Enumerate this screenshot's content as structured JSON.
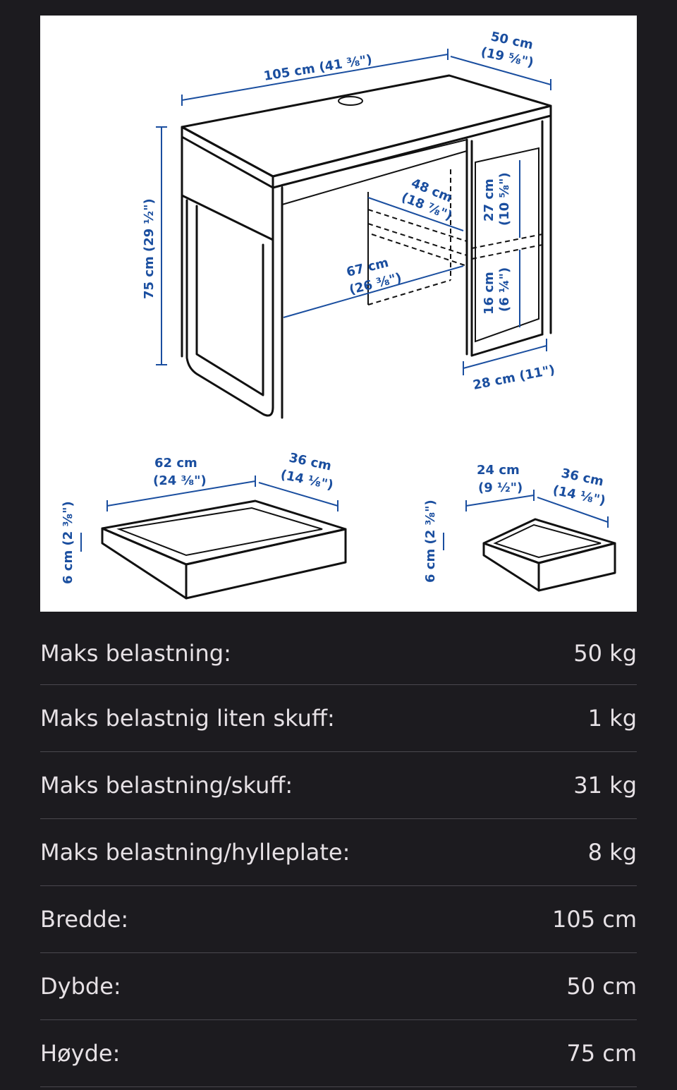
{
  "diagram": {
    "dimensions": {
      "width": "105 cm (41 ⅜\")",
      "depth_top_line1": "50 cm",
      "depth_top_line2": "(19 ⅝\")",
      "height": "75 cm (29 ½\")",
      "shelf_depth_line1": "48 cm",
      "shelf_depth_line2": "(18 ⅞\")",
      "inner_width_line1": "67 cm",
      "inner_width_line2": "(26 ⅜\")",
      "upper_space_line1": "27 cm",
      "upper_space_line2": "(10 ⅝\")",
      "lower_space_line1": "16 cm",
      "lower_space_line2": "(6 ¼\")",
      "cabinet_width": "28 cm (11\")",
      "big_drawer_width_line1": "62 cm",
      "big_drawer_width_line2": "(24 ⅜\")",
      "big_drawer_depth_line1": "36 cm",
      "big_drawer_depth_line2": "(14 ⅛\")",
      "big_drawer_height": "6 cm (2 ⅜\")",
      "small_drawer_width_line1": "24 cm",
      "small_drawer_width_line2": "(9 ½\")",
      "small_drawer_depth_line1": "36 cm",
      "small_drawer_depth_line2": "(14 ⅛\")",
      "small_drawer_height": "6 cm (2 ⅜\")"
    }
  },
  "specs": [
    {
      "label": "Maks belastning:",
      "value": "50 kg"
    },
    {
      "label": "Maks belastnig liten skuff:",
      "value": "1 kg"
    },
    {
      "label": "Maks belastning/skuff:",
      "value": "31 kg"
    },
    {
      "label": "Maks belastning/hylleplate:",
      "value": "8 kg"
    },
    {
      "label": "Bredde:",
      "value": "105 cm"
    },
    {
      "label": "Dybde:",
      "value": "50 cm"
    },
    {
      "label": "Høyde:",
      "value": "75 cm"
    }
  ],
  "colors": {
    "background": "#1c1b1f",
    "dimension_text": "#1a4e9f",
    "divider": "#4a484e"
  }
}
